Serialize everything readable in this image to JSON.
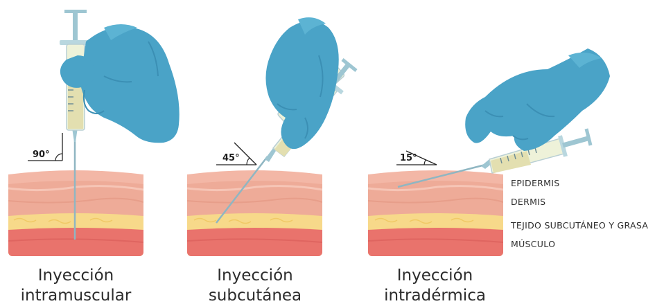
{
  "panels": [
    {
      "angle": "90°",
      "caption_line1": "Inyección",
      "caption_line2": "intramuscular"
    },
    {
      "angle": "45°",
      "caption_line1": "Inyección",
      "caption_line2": "subcutánea"
    },
    {
      "angle": "15°",
      "caption_line1": "Inyección",
      "caption_line2": "intradérmica"
    }
  ],
  "layers": {
    "epidermis": "EPIDERMIS",
    "dermis": "DERMIS",
    "subcutaneous": "TEJIDO SUBCUTÁNEO Y GRASA",
    "muscle": "MÚSCULO"
  },
  "colors": {
    "epidermis": "#f3b7a6",
    "dermis": "#eeab98",
    "fat": "#f7d98a",
    "muscle": "#e9736c",
    "glove": "#4aa3c7",
    "glove_shadow": "#3b8fb4",
    "syringe_barrel": "#eef2d9",
    "needle": "#8fb6c2"
  }
}
